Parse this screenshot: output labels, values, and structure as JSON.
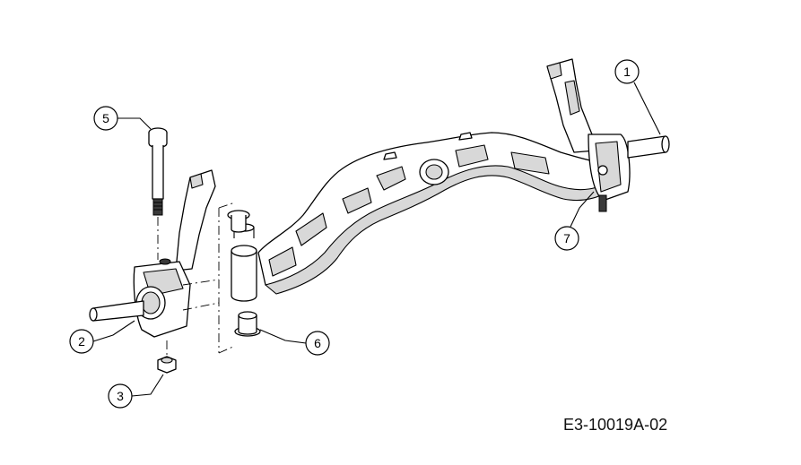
{
  "drawing_code": "E3-10019A-02",
  "callouts": [
    {
      "id": "1",
      "label": "1"
    },
    {
      "id": "2",
      "label": "2"
    },
    {
      "id": "3",
      "label": "3"
    },
    {
      "id": "5",
      "label": "5"
    },
    {
      "id": "6",
      "label": "6"
    },
    {
      "id": "7",
      "label": "7"
    }
  ]
}
